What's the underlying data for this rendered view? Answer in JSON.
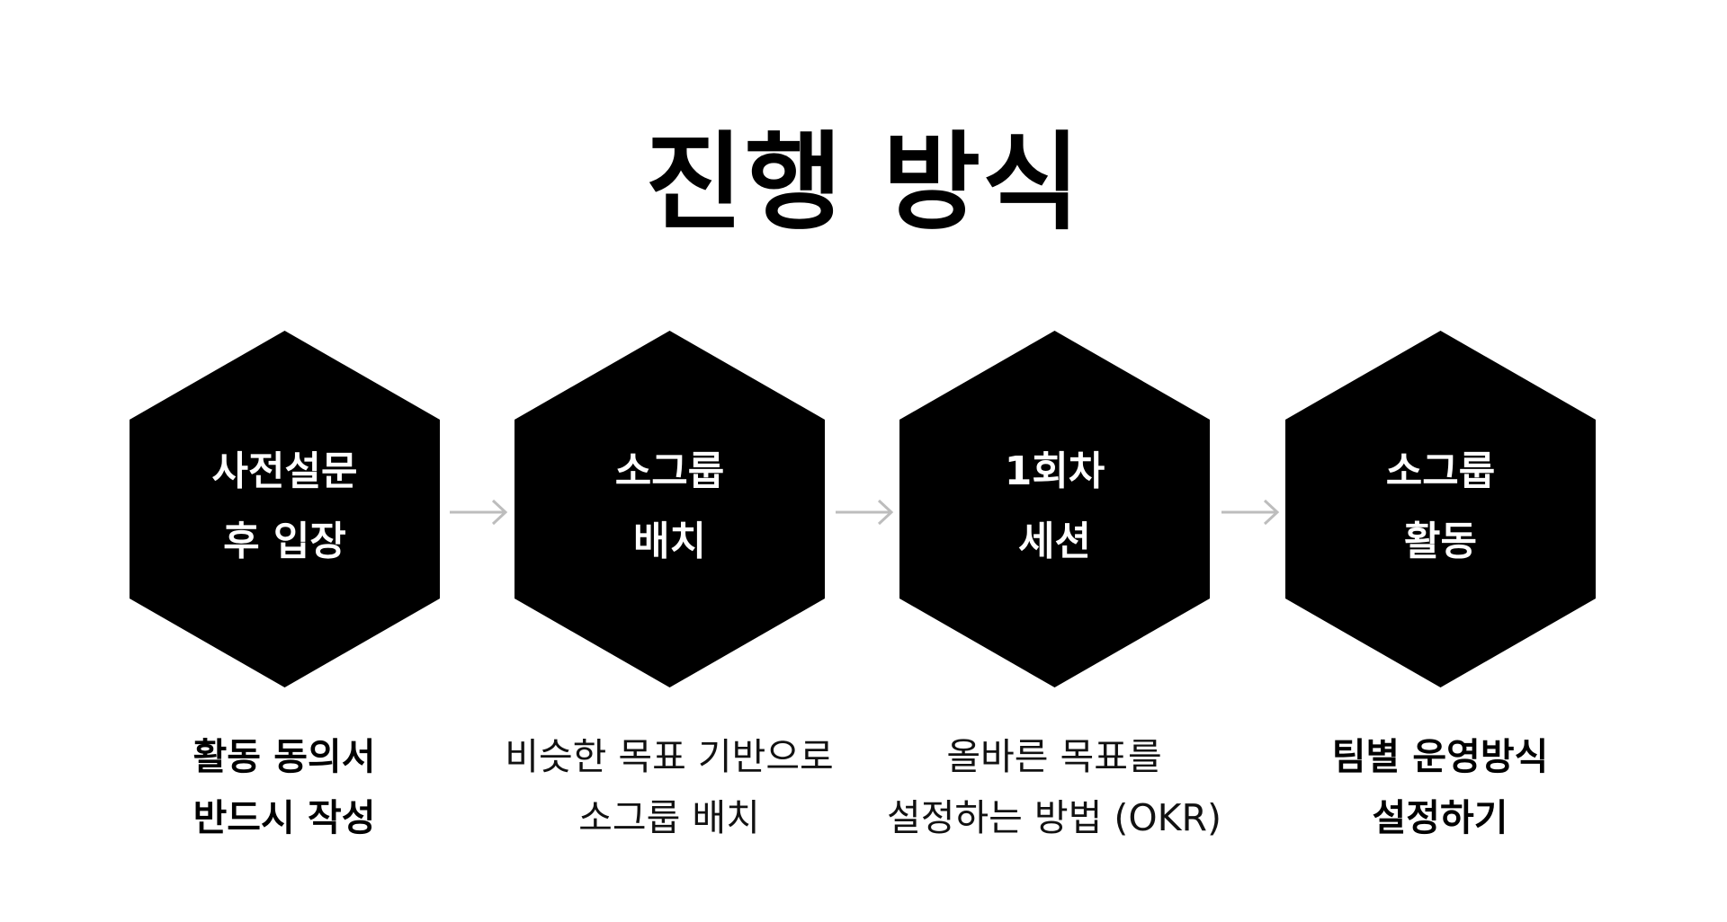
{
  "title": "진행 방식",
  "colors": {
    "hexagon_fill": "#000000",
    "hexagon_text": "#ffffff",
    "arrow": "#bdbdbd",
    "background": "#ffffff"
  },
  "arrow_icon": "arrow-right-icon",
  "steps": [
    {
      "hex_lines": [
        "사전설문",
        "후 입장"
      ],
      "desc_lines": [
        "활동 동의서",
        "반드시 작성"
      ],
      "desc_bold": true
    },
    {
      "hex_lines": [
        "소그룹",
        "배치"
      ],
      "desc_lines": [
        "비슷한 목표 기반으로",
        "소그룹 배치"
      ],
      "desc_bold": false
    },
    {
      "hex_lines": [
        "1회차",
        "세션"
      ],
      "desc_lines": [
        "올바른 목표를",
        "설정하는 방법 (OKR)"
      ],
      "desc_bold": false
    },
    {
      "hex_lines": [
        "소그룹",
        "활동"
      ],
      "desc_lines": [
        "팀별 운영방식",
        "설정하기"
      ],
      "desc_bold": true
    }
  ]
}
